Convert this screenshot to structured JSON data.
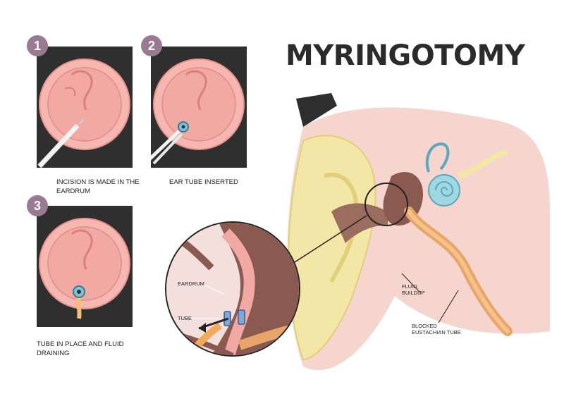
{
  "title": "MYRINGOTOMY",
  "steps": [
    {
      "number": "1",
      "caption_line1": "INCISION IS MADE IN THE",
      "caption_line2": "EARDRUM"
    },
    {
      "number": "2",
      "caption_line1": "EAR TUBE INSERTED",
      "caption_line2": ""
    },
    {
      "number": "3",
      "caption_line1": "TUBE IN PLACE AND FLUID",
      "caption_line2": "DRAINING"
    }
  ],
  "callout_labels": {
    "eardrum": "EARDRUM",
    "tube": "TUBE"
  },
  "anatomy_labels": {
    "fluid_line1": "FLUID",
    "fluid_line2": "BUILDUP",
    "blocked_line1": "BLOCKED",
    "blocked_line2": "EUSTACHIAN TUBE"
  },
  "colors": {
    "badge": "#9a7a92",
    "eardrum": "#f2a9a4",
    "panel": "#2f2f2f",
    "bone": "#f3e7a8",
    "skin": "#f6d5cf"
  }
}
